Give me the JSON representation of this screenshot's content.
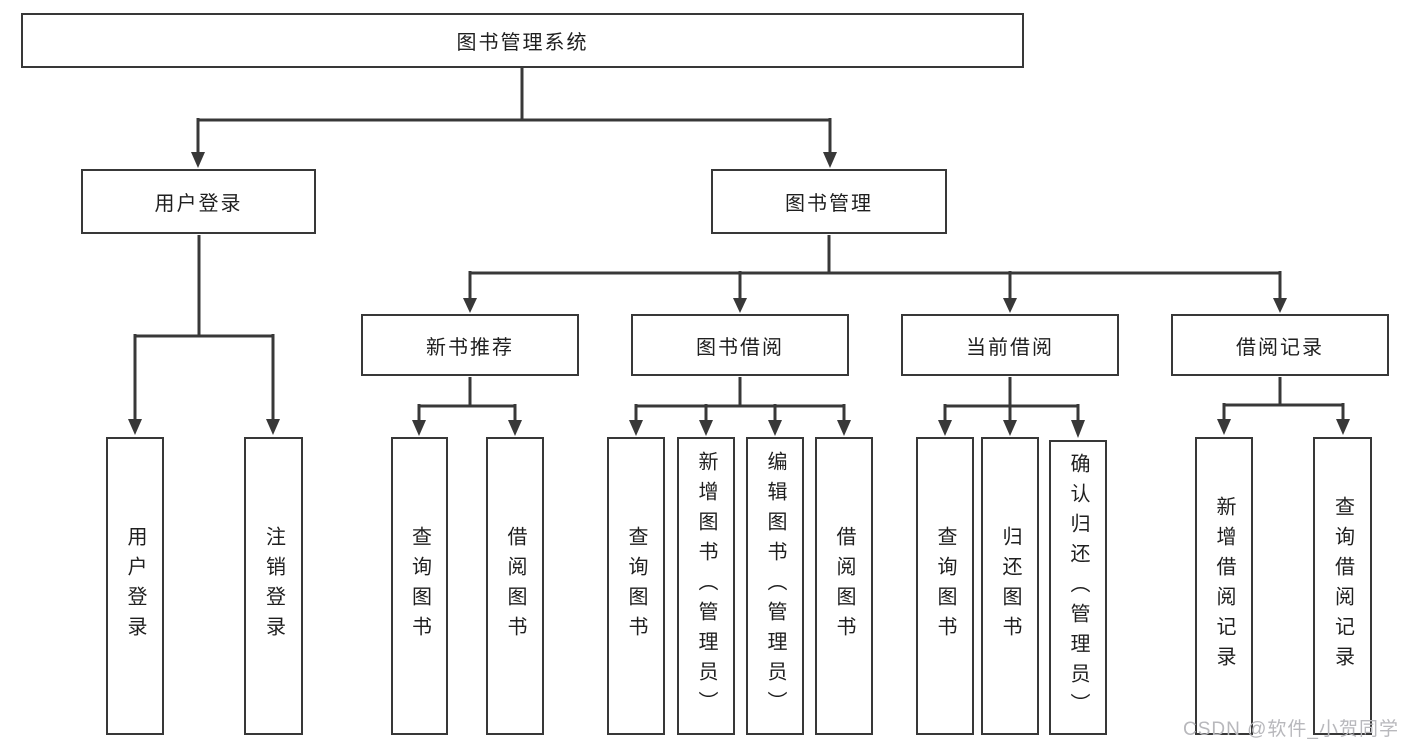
{
  "tree": {
    "root": "图书管理系统",
    "branches": [
      {
        "label": "用户登录",
        "children": [
          "用户登录",
          "注销登录"
        ]
      },
      {
        "label": "图书管理",
        "children": [
          {
            "label": "新书推荐",
            "children": [
              "查询图书",
              "借阅图书"
            ]
          },
          {
            "label": "图书借阅",
            "children": [
              "查询图书",
              "新增图书（管理员）",
              "编辑图书（管理员）",
              "借阅图书"
            ]
          },
          {
            "label": "当前借阅",
            "children": [
              "查询图书",
              "归还图书",
              "确认归还（管理员）"
            ]
          },
          {
            "label": "借阅记录",
            "children": [
              "新增借阅记录",
              "查询借阅记录"
            ]
          }
        ]
      }
    ]
  },
  "watermark": {
    "text": "CSDN @软件_小贺同学"
  },
  "colors": {
    "line": "#383838",
    "box_fill": "#ffffff",
    "text": "#1f1f1f",
    "background": "#ffffff",
    "watermark": "#b8b8bc"
  }
}
